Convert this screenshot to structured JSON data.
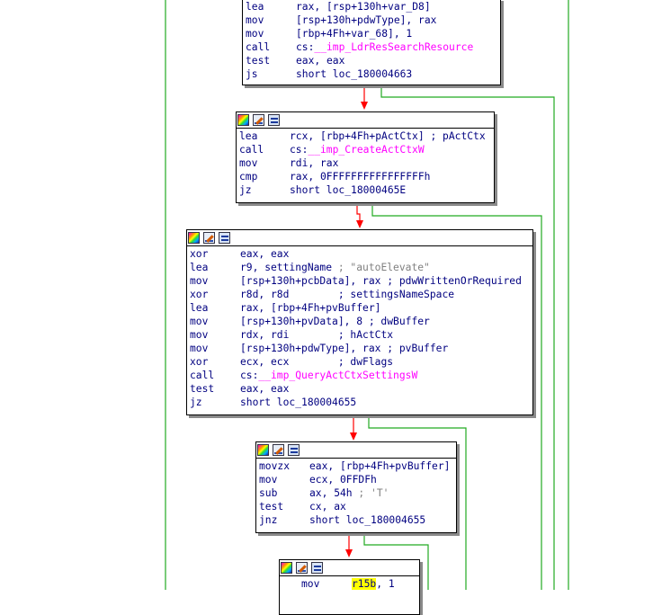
{
  "blocks": [
    {
      "lines": [
        {
          "mn": "lea",
          "op": "rax, [rsp+130h+var_D8]",
          "imp": "",
          "opt": "",
          "cm": ""
        },
        {
          "mn": "mov",
          "op": "[rsp+130h+pdwType], rax",
          "imp": "",
          "opt": "",
          "cm": ""
        },
        {
          "mn": "mov",
          "op": "[rbp+4Fh+var_68], 1",
          "imp": "",
          "opt": "",
          "cm": ""
        },
        {
          "mn": "call",
          "op": "cs:",
          "imp": "__imp_LdrResSearchResource",
          "opt": "",
          "cm": ""
        },
        {
          "mn": "test",
          "op": "eax, eax",
          "imp": "",
          "opt": "",
          "cm": ""
        },
        {
          "mn": "js",
          "op": "short loc_180004663",
          "imp": "",
          "opt": "",
          "cm": ""
        }
      ]
    },
    {
      "lines": [
        {
          "mn": "lea",
          "op": "rcx, [rbp+4Fh+pActCtx]",
          "imp": "",
          "opt": " ; pActCtx",
          "cm": ""
        },
        {
          "mn": "call",
          "op": "cs:",
          "imp": "__imp_CreateActCtxW",
          "opt": "",
          "cm": ""
        },
        {
          "mn": "mov",
          "op": "rdi, rax",
          "imp": "",
          "opt": "",
          "cm": ""
        },
        {
          "mn": "cmp",
          "op": "rax, 0FFFFFFFFFFFFFFFFh",
          "imp": "",
          "opt": "",
          "cm": ""
        },
        {
          "mn": "jz",
          "op": "short loc_18000465E",
          "imp": "",
          "opt": "",
          "cm": ""
        }
      ]
    },
    {
      "lines": [
        {
          "mn": "xor",
          "op": "eax, eax",
          "imp": "",
          "opt": "",
          "cm": ""
        },
        {
          "mn": "lea",
          "op": "r9, settingName",
          "imp": "",
          "opt": "",
          "cm": " ; \"autoElevate\""
        },
        {
          "mn": "mov",
          "op": "[rsp+130h+pcbData], rax",
          "imp": "",
          "opt": " ; pdwWrittenOrRequired",
          "cm": ""
        },
        {
          "mn": "xor",
          "op": "r8d, r8d",
          "imp": "",
          "opt": "        ; settingsNameSpace",
          "cm": ""
        },
        {
          "mn": "lea",
          "op": "rax, [rbp+4Fh+pvBuffer]",
          "imp": "",
          "opt": "",
          "cm": ""
        },
        {
          "mn": "mov",
          "op": "[rsp+130h+pvData], 8",
          "imp": "",
          "opt": " ; dwBuffer",
          "cm": ""
        },
        {
          "mn": "mov",
          "op": "rdx, rdi",
          "imp": "",
          "opt": "        ; hActCtx",
          "cm": ""
        },
        {
          "mn": "mov",
          "op": "[rsp+130h+pdwType], rax",
          "imp": "",
          "opt": " ; pvBuffer",
          "cm": ""
        },
        {
          "mn": "xor",
          "op": "ecx, ecx",
          "imp": "",
          "opt": "        ; dwFlags",
          "cm": ""
        },
        {
          "mn": "call",
          "op": "cs:",
          "imp": "__imp_QueryActCtxSettingsW",
          "opt": "",
          "cm": ""
        },
        {
          "mn": "test",
          "op": "eax, eax",
          "imp": "",
          "opt": "",
          "cm": ""
        },
        {
          "mn": "jz",
          "op": "short loc_180004655",
          "imp": "",
          "opt": "",
          "cm": ""
        }
      ]
    },
    {
      "lines": [
        {
          "mn": "movzx",
          "op": "eax, [rbp+4Fh+pvBuffer]",
          "imp": "",
          "opt": "",
          "cm": ""
        },
        {
          "mn": "mov",
          "op": "ecx, 0FFDFh",
          "imp": "",
          "opt": "",
          "cm": ""
        },
        {
          "mn": "sub",
          "op": "ax, 54h",
          "imp": "",
          "opt": "",
          "cm": " ; 'T'"
        },
        {
          "mn": "test",
          "op": "cx, ax",
          "imp": "",
          "opt": "",
          "cm": ""
        },
        {
          "mn": "jnz",
          "op": "short loc_180004655",
          "imp": "",
          "opt": "",
          "cm": ""
        }
      ]
    },
    {
      "lines": [
        {
          "mn": "mov",
          "op": "",
          "imp": "",
          "opt": "",
          "cm": "",
          "hl": "r15b",
          "rest": ", 1"
        }
      ]
    }
  ],
  "colors": {
    "edge_false": "#ff0000",
    "edge_true": "#22aa22",
    "import": "#ff00ff",
    "text": "#000080",
    "comment": "#808080",
    "highlight": "#ffff00"
  },
  "toolbar_icons": [
    "color-palette-icon",
    "edit-icon",
    "graph-view-icon"
  ]
}
